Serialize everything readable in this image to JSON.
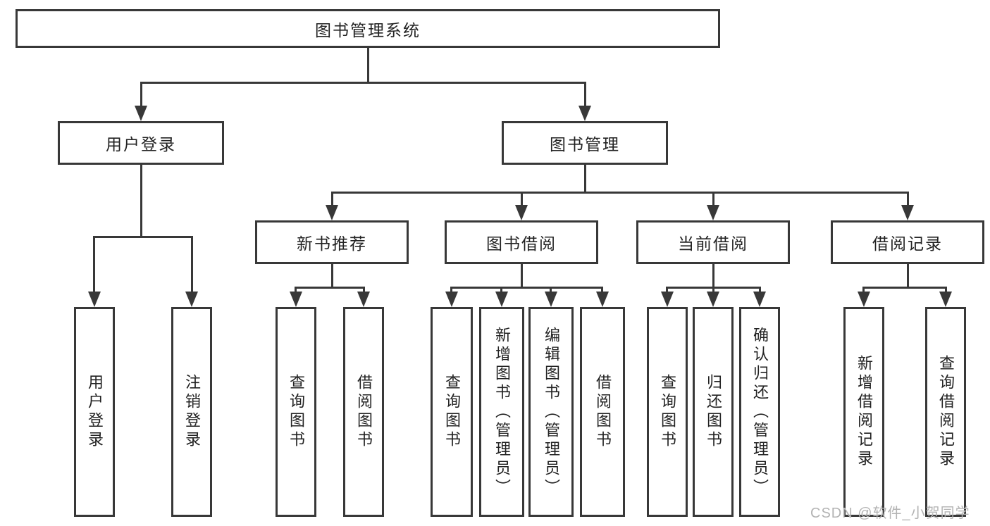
{
  "diagram": {
    "title": "图书管理系统",
    "watermark": "CSDN @软件_小贺同学",
    "colors": {
      "line": "#383838",
      "text": "#222222",
      "watermark": "#b3b3b3",
      "background": "#ffffff"
    },
    "nodes": {
      "root": {
        "label": "图书管理系统"
      },
      "user_login": {
        "label": "用户登录"
      },
      "book_management": {
        "label": "图书管理"
      },
      "new_book_recommend": {
        "label": "新书推荐"
      },
      "book_borrow": {
        "label": "图书借阅"
      },
      "current_borrow": {
        "label": "当前借阅"
      },
      "borrow_records": {
        "label": "借阅记录"
      },
      "leaf_user_login": {
        "label": "用户登录"
      },
      "leaf_logout": {
        "label": "注销登录"
      },
      "leaf_query_book_recommend": {
        "label": "查询图书"
      },
      "leaf_borrow_book_recommend": {
        "label": "借阅图书"
      },
      "leaf_query_book_borrow": {
        "label": "查询图书"
      },
      "leaf_add_book_admin": {
        "label": "新增图书（管理员）"
      },
      "leaf_edit_book_admin": {
        "label": "编辑图书（管理员）"
      },
      "leaf_borrow_book_borrow": {
        "label": "借阅图书"
      },
      "leaf_query_book_current": {
        "label": "查询图书"
      },
      "leaf_return_book": {
        "label": "归还图书"
      },
      "leaf_confirm_return_admin": {
        "label": "确认归还（管理员）"
      },
      "leaf_add_borrow_record": {
        "label": "新增借阅记录"
      },
      "leaf_query_borrow_record": {
        "label": "查询借阅记录"
      }
    }
  }
}
